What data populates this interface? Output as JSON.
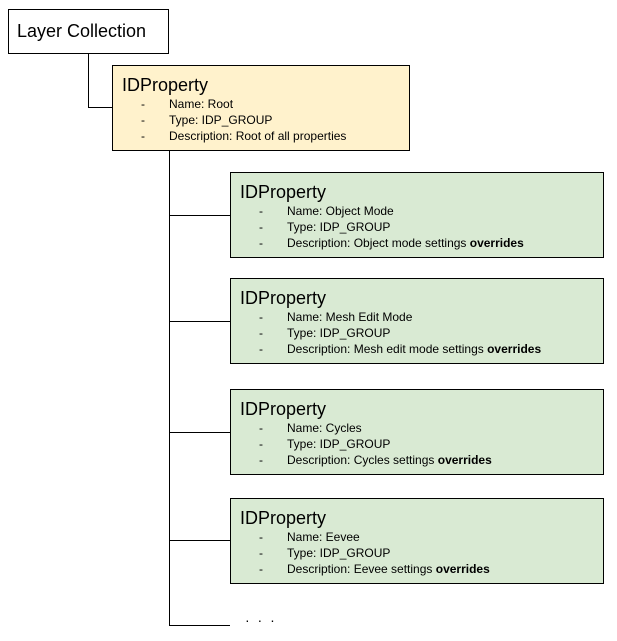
{
  "layer_collection": {
    "label": "Layer Collection"
  },
  "root_property": {
    "title": "IDProperty",
    "items": [
      {
        "dash": "-",
        "text": "Name: Root"
      },
      {
        "dash": "-",
        "text": "Type: IDP_GROUP"
      },
      {
        "dash": "-",
        "text": "Description: Root of all properties"
      }
    ],
    "fill": "#fff2cc"
  },
  "child_properties": [
    {
      "title": "IDProperty",
      "name_text": "Name: Object Mode",
      "type_text": "Type: IDP_GROUP",
      "desc_text": "Description: Object mode settings ",
      "desc_strong": "overrides"
    },
    {
      "title": "IDProperty",
      "name_text": "Name: Mesh Edit Mode",
      "type_text": "Type: IDP_GROUP",
      "desc_text": "Description: Mesh edit mode settings ",
      "desc_strong": "overrides"
    },
    {
      "title": "IDProperty",
      "name_text": "Name: Cycles",
      "type_text": "Type: IDP_GROUP",
      "desc_text": "Description: Cycles settings ",
      "desc_strong": "overrides"
    },
    {
      "title": "IDProperty",
      "name_text": "Name: Eevee",
      "type_text": "Type: IDP_GROUP",
      "desc_text": "Description: Eevee settings ",
      "desc_strong": "overrides"
    }
  ],
  "child_fill": "#d9ead3",
  "continuation": "· · ·",
  "dash": "-"
}
